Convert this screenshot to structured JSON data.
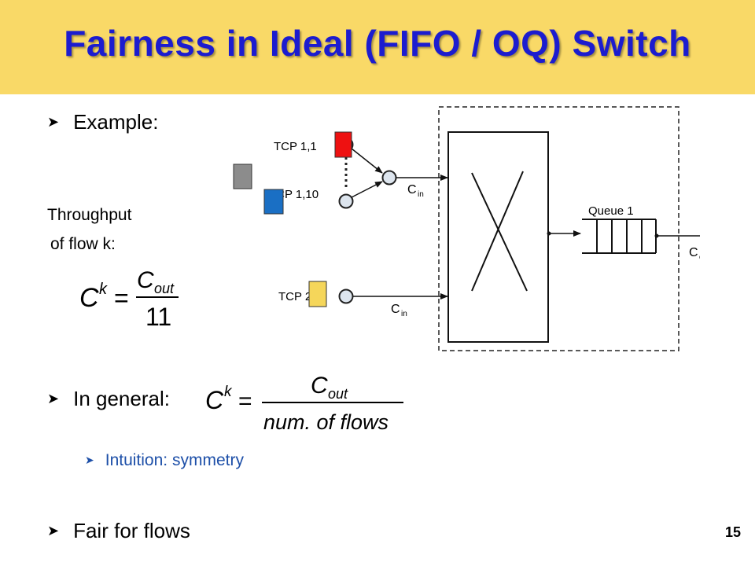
{
  "slide": {
    "title": "Fairness in Ideal (FIFO / OQ) Switch",
    "page_number": "15"
  },
  "bullets": {
    "example": "Example:",
    "in_general": "In general:",
    "intuition": "Intuition: symmetry",
    "fair": "Fair for flows"
  },
  "throughput": {
    "line1": "Throughput",
    "line2": "of flow k:"
  },
  "formula_example": {
    "lhs_base": "C",
    "lhs_sup": "k",
    "eq": "=",
    "num_base": "C",
    "num_sub": "out",
    "den": "11"
  },
  "formula_general": {
    "lhs_base": "C",
    "lhs_sup": "k",
    "eq": "=",
    "num_base": "C",
    "num_sub": "out",
    "den": "num. of flows"
  },
  "diagram": {
    "tcp_top_label": "TCP 1,1",
    "tcp_mid_label": "TCP 1,10",
    "tcp_bottom_label": "TCP 2,1",
    "cin_top_base": "C",
    "cin_top_sub": "in",
    "cin_bottom_base": "C",
    "cin_bottom_sub": "in",
    "queue_label": "Queue 1",
    "cout_base": "C",
    "cout_sub": "out",
    "colors": {
      "red_packet": "#ee1111",
      "grey_packet": "#8c8c8c",
      "blue_packet": "#1a6fc4",
      "yellow_packet": "#f5d65a",
      "node_fill": "#dde5ee",
      "node_stroke": "#222222"
    }
  }
}
